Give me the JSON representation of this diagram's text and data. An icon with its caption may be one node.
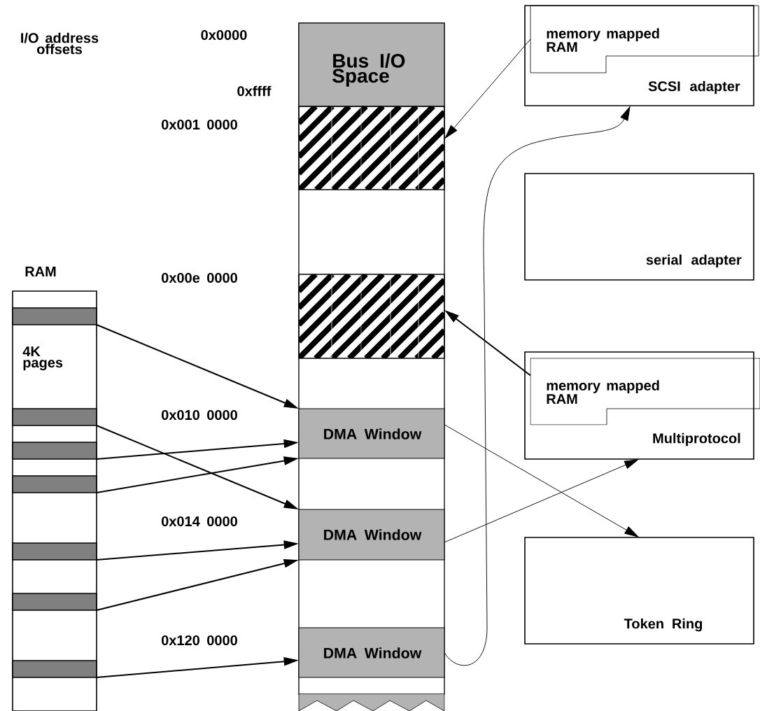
{
  "diagram": {
    "nodes": [
      {
        "text": [
          "Bus I/O Space"
        ]
      },
      {
        "text": [],
        "shape": "box"
      },
      {
        "text": [],
        "shape": "box"
      },
      {
        "text": [
          "DMA Window"
        ]
      },
      {
        "text": [
          "DMA Window"
        ]
      },
      {
        "text": [
          "DMA Window"
        ]
      },
      {
        "text": [
          "RAM",
          "4K pages"
        ]
      },
      {
        "text": [],
        "shape": "bar",
        "in": 6
      },
      {
        "text": [],
        "shape": "bar",
        "in": 6
      },
      {
        "text": [],
        "shape": "bar",
        "in": 6
      },
      {
        "text": [],
        "shape": "bar",
        "in": 6
      },
      {
        "text": [],
        "shape": "bar",
        "in": 6
      },
      {
        "text": [],
        "shape": "bar",
        "in": 6
      },
      {
        "text": [],
        "shape": "bar",
        "in": 6
      },
      {
        "text": [
          "SCSI adapter"
        ]
      },
      {
        "text": [
          "memory mapped RAM"
        ],
        "in": 14
      },
      {
        "text": [
          "serial adapter"
        ]
      },
      {
        "text": [
          "Multiprotocol"
        ]
      },
      {
        "text": [
          "memory mapped RAM"
        ],
        "in": 17
      },
      {
        "text": [
          "Token Ring"
        ]
      }
    ],
    "edges": [
      {
        "from": 15,
        "to": 1,
        "arrow": "to"
      },
      {
        "from": 18,
        "to": 2,
        "arrow": "to"
      },
      {
        "from": 7,
        "to": 3,
        "arrow": "to"
      },
      {
        "from": 8,
        "to": 4,
        "arrow": "to"
      },
      {
        "from": 9,
        "to": 3,
        "arrow": "to"
      },
      {
        "from": 10,
        "to": 3,
        "arrow": "to"
      },
      {
        "from": 11,
        "to": 4,
        "arrow": "to"
      },
      {
        "from": 12,
        "to": 4,
        "arrow": "to"
      },
      {
        "from": 13,
        "to": 5,
        "arrow": "to"
      },
      {
        "from": 3,
        "to": 19,
        "arrow": "to"
      },
      {
        "from": 4,
        "to": 17,
        "arrow": "to"
      },
      {
        "from": 5,
        "to": 14,
        "arrow": "to"
      }
    ],
    "labels": [
      "I/O address offsets",
      "0x0000",
      "0xffff",
      "0x001 0000",
      "0x00e 0000",
      "0x010 0000",
      "0x014 0000",
      "0x120 0000"
    ]
  }
}
